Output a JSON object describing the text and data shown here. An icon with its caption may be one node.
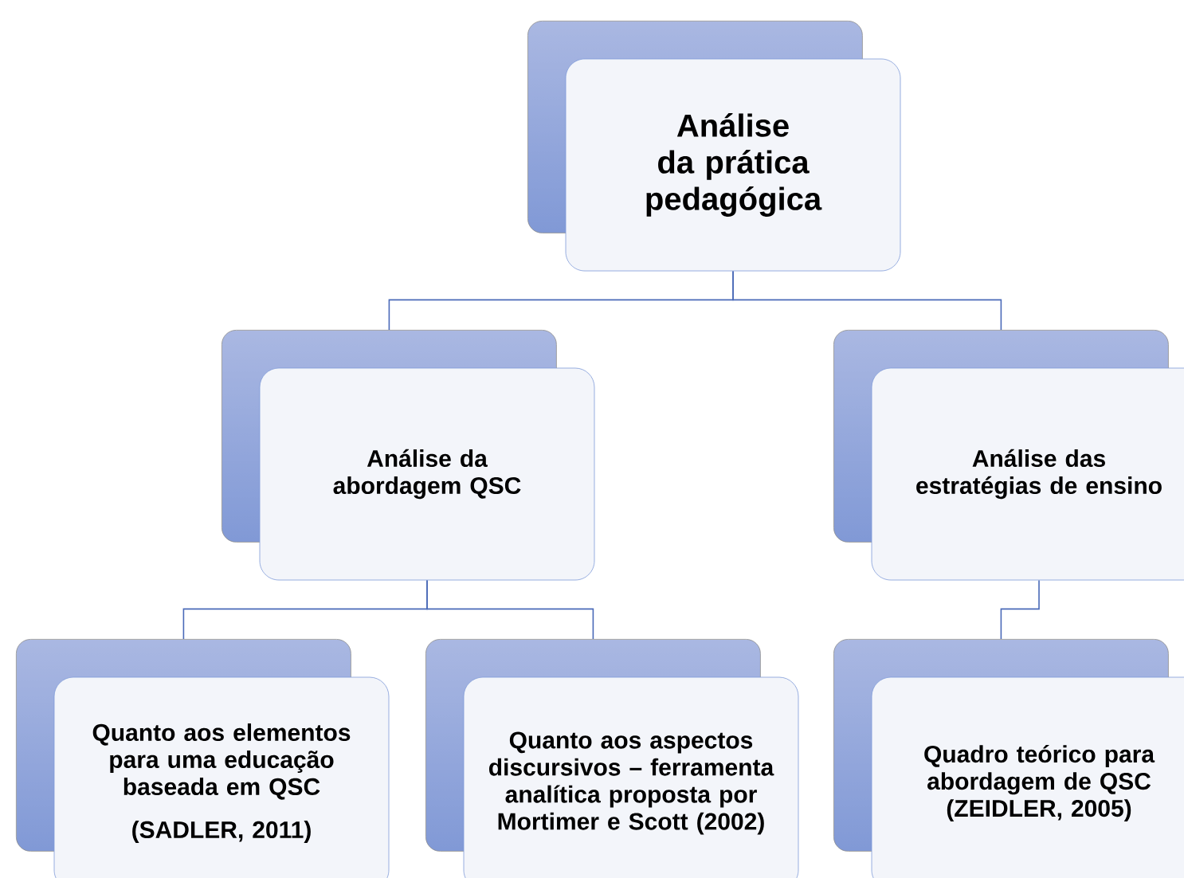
{
  "diagram": {
    "nodes": [
      {
        "text": [
          "Análise da prática pedagógica"
        ]
      },
      {
        "text": [
          "Análise da abordagem QSC"
        ]
      },
      {
        "text": [
          "Análise das estratégias de ensino"
        ]
      },
      {
        "text": [
          "Quanto aos elementos para uma educação baseada em QSC",
          "(SADLER, 2011)"
        ]
      },
      {
        "text": [
          "Quanto aos aspectos discursivos – ferramenta analítica proposta por Mortimer e Scott (2002)"
        ]
      },
      {
        "text": [
          "Quadro teórico para abordagem de QSC (ZEIDLER, 2005)"
        ]
      }
    ],
    "edges": [
      {
        "from": 0,
        "to": 1,
        "arrow": "none"
      },
      {
        "from": 0,
        "to": 2,
        "arrow": "none"
      },
      {
        "from": 1,
        "to": 3,
        "arrow": "none"
      },
      {
        "from": 1,
        "to": 4,
        "arrow": "none"
      },
      {
        "from": 2,
        "to": 5,
        "arrow": "none"
      }
    ]
  }
}
